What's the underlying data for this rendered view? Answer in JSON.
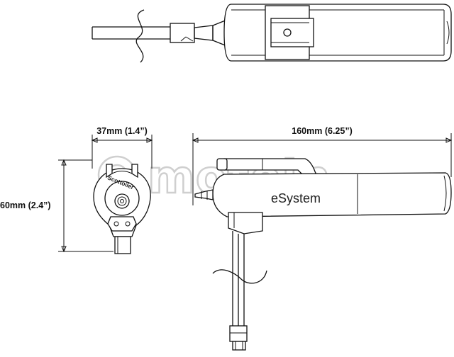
{
  "watermark": {
    "text": "motoin"
  },
  "dimensions": {
    "width_label": "37mm (1.4”)",
    "length_label": "160mm (6.25”)",
    "height_label": "60mm (2.4”)"
  },
  "labels": {
    "brand": "eSystem",
    "logo": "Scottoiler"
  }
}
